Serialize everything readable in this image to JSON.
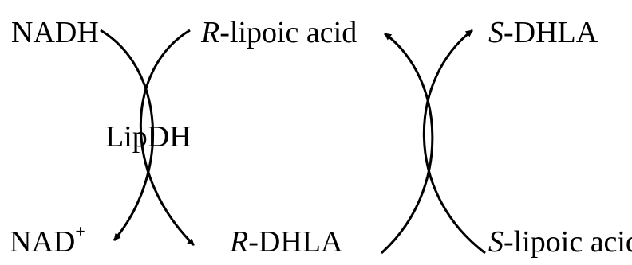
{
  "diagram": {
    "labels": {
      "nadh": "NADH",
      "r_lipoic_prefix": "R",
      "r_lipoic_rest": "-lipoic acid",
      "s_dhla_prefix": "S",
      "s_dhla_rest": "-DHLA",
      "lipdh": "LipDH",
      "nad_base": "NAD",
      "nad_sup": "+",
      "r_dhla_prefix": "R",
      "r_dhla_rest": "-DHLA",
      "s_lipoic_prefix": "S",
      "s_lipoic_rest": "-lipoic acid"
    },
    "colors": {
      "ink": "#000000",
      "background": "#ffffff"
    }
  }
}
